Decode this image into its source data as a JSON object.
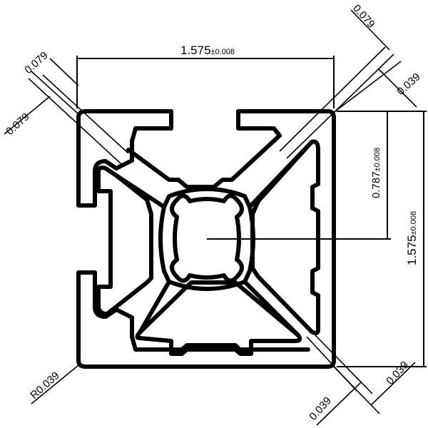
{
  "dimensions": {
    "overall_width": {
      "value": "1.575",
      "tolerance": "±0.008"
    },
    "overall_height": {
      "value": "1.575",
      "tolerance": "±0.008"
    },
    "center_height": {
      "value": "0.787",
      "tolerance": "±0.008"
    },
    "slot_width_top_left": "0.079",
    "slot_width_top_left_inner": "0.079",
    "slot_width_top_right": "0.079",
    "wall_top_right": "0.039",
    "wall_bottom_left": "0.039",
    "wall_bottom_right": "0.039",
    "corner_radius": "R0.039"
  },
  "colors": {
    "line": "#000000",
    "background": "#ffffff"
  }
}
